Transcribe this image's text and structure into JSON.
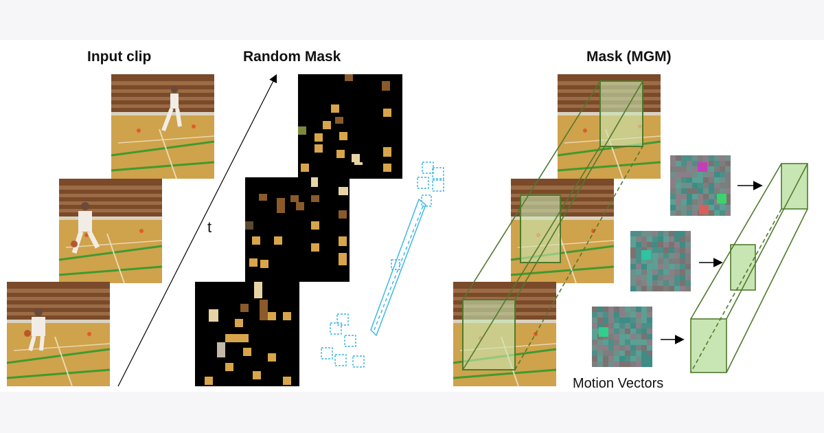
{
  "titles": {
    "input_clip": "Input clip",
    "random_mask": "Random Mask",
    "mask_mgm": "Mask (MGM)",
    "time_axis": "t",
    "motion_vectors": "Motion Vectors"
  },
  "colors": {
    "court_floor": "#c99a45",
    "court_stands": "#7a4a2a",
    "court_line_green": "#3f9a2f",
    "player_white": "#f1ede6",
    "mask_black": "#000000",
    "patch_gold": "#d8a54a",
    "tube_blue": "#33b3e6",
    "box_green": "#4f7a2c",
    "box_fill": "#c8e6b4",
    "mv_gray": "#7d7d7d",
    "mv_teal": "#3e8c86"
  },
  "icons": {
    "arrow": "right-arrow-icon"
  }
}
